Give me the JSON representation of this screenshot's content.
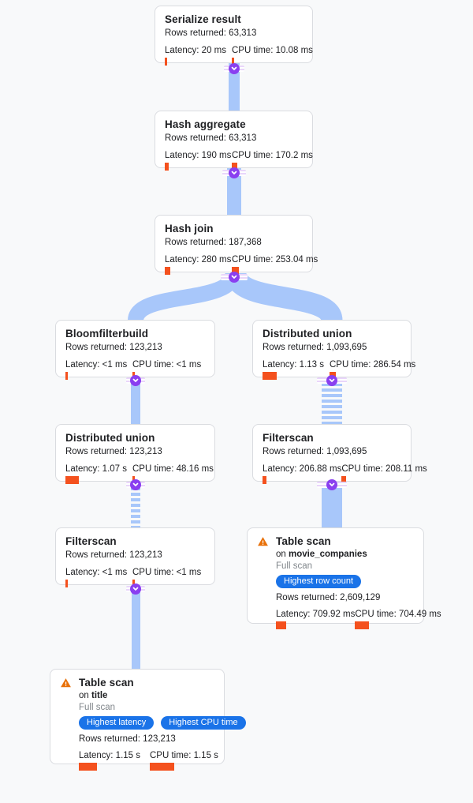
{
  "colors": {
    "background": "#f8f9fa",
    "edge_blue": "#a8c7fa",
    "metric_bar_orange": "#f4511e",
    "badge_blue": "#1a73e8",
    "chevron_purple": "#8a3ff0",
    "warning_orange": "#e8710a",
    "card_border": "#dadce0",
    "muted_text": "#80868b"
  },
  "nodes": [
    {
      "title": "Serialize result",
      "rows": "Rows returned: 63,313",
      "latency": "Latency: 20 ms",
      "cpu": "CPU time: 10.08 ms",
      "latency_bar": 3,
      "cpu_bar": 3
    },
    {
      "title": "Hash aggregate",
      "rows": "Rows returned: 63,313",
      "latency": "Latency: 190 ms",
      "cpu": "CPU time: 170.2 ms",
      "latency_bar": 5,
      "cpu_bar": 7
    },
    {
      "title": "Hash join",
      "rows": "Rows returned: 187,368",
      "latency": "Latency: 280 ms",
      "cpu": "CPU time: 253.04 ms",
      "latency_bar": 7,
      "cpu_bar": 9
    },
    {
      "title": "Bloomfilterbuild",
      "rows": "Rows returned: 123,213",
      "latency": "Latency: <1 ms",
      "cpu": "CPU time: <1 ms",
      "latency_bar": 3,
      "cpu_bar": 3
    },
    {
      "title": "Distributed union",
      "rows": "Rows returned: 1,093,695",
      "latency": "Latency: 1.13 s",
      "cpu": "CPU time: 286.54 ms",
      "latency_bar": 18,
      "cpu_bar": 8
    },
    {
      "title": "Distributed union",
      "rows": "Rows returned: 123,213",
      "latency": "Latency: 1.07 s",
      "cpu": "CPU time: 48.16 ms",
      "latency_bar": 17,
      "cpu_bar": 3
    },
    {
      "title": "Filterscan",
      "rows": "Rows returned: 1,093,695",
      "latency": "Latency: 206.88 ms",
      "cpu": "CPU time: 208.11 ms",
      "latency_bar": 5,
      "cpu_bar": 6
    },
    {
      "title": "Filterscan",
      "rows": "Rows returned: 123,213",
      "latency": "Latency: <1 ms",
      "cpu": "CPU time: <1 ms",
      "latency_bar": 3,
      "cpu_bar": 3
    },
    {
      "title": "Table scan",
      "on_prefix": "on ",
      "table": "movie_companies",
      "scan_type": "Full scan",
      "badges": [
        "Highest row count"
      ],
      "rows": "Rows returned: 2,609,129",
      "latency": "Latency: 709.92 ms",
      "cpu": "CPU time: 704.49 ms",
      "latency_bar": 13,
      "cpu_bar": 18
    },
    {
      "title": "Table scan",
      "on_prefix": "on ",
      "table": "title",
      "scan_type": "Full scan",
      "badges": [
        "Highest latency",
        "Highest CPU time"
      ],
      "rows": "Rows returned: 123,213",
      "latency": "Latency: 1.15 s",
      "cpu": "CPU time: 1.15 s",
      "latency_bar": 23,
      "cpu_bar": 31
    }
  ]
}
